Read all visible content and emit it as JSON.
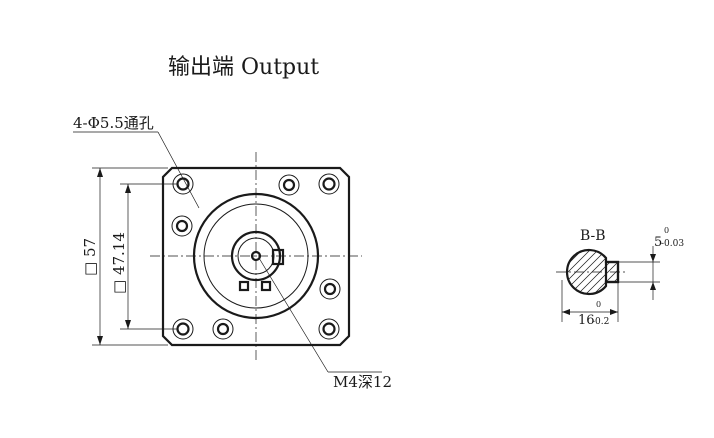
{
  "title": "输出端 Output",
  "labels": {
    "holes": "4-Φ5.5通孔",
    "flange_size": "□ 57",
    "hole_spacing": "□ 47.14",
    "tapped_hole": "M4深12",
    "section": "B-B",
    "key_width": "5",
    "key_width_tol_upper": "0",
    "key_width_tol_lower": "-0.03",
    "shaft_height": "16",
    "shaft_height_tol_upper": "0",
    "shaft_height_tol_lower": "-0.2"
  }
}
